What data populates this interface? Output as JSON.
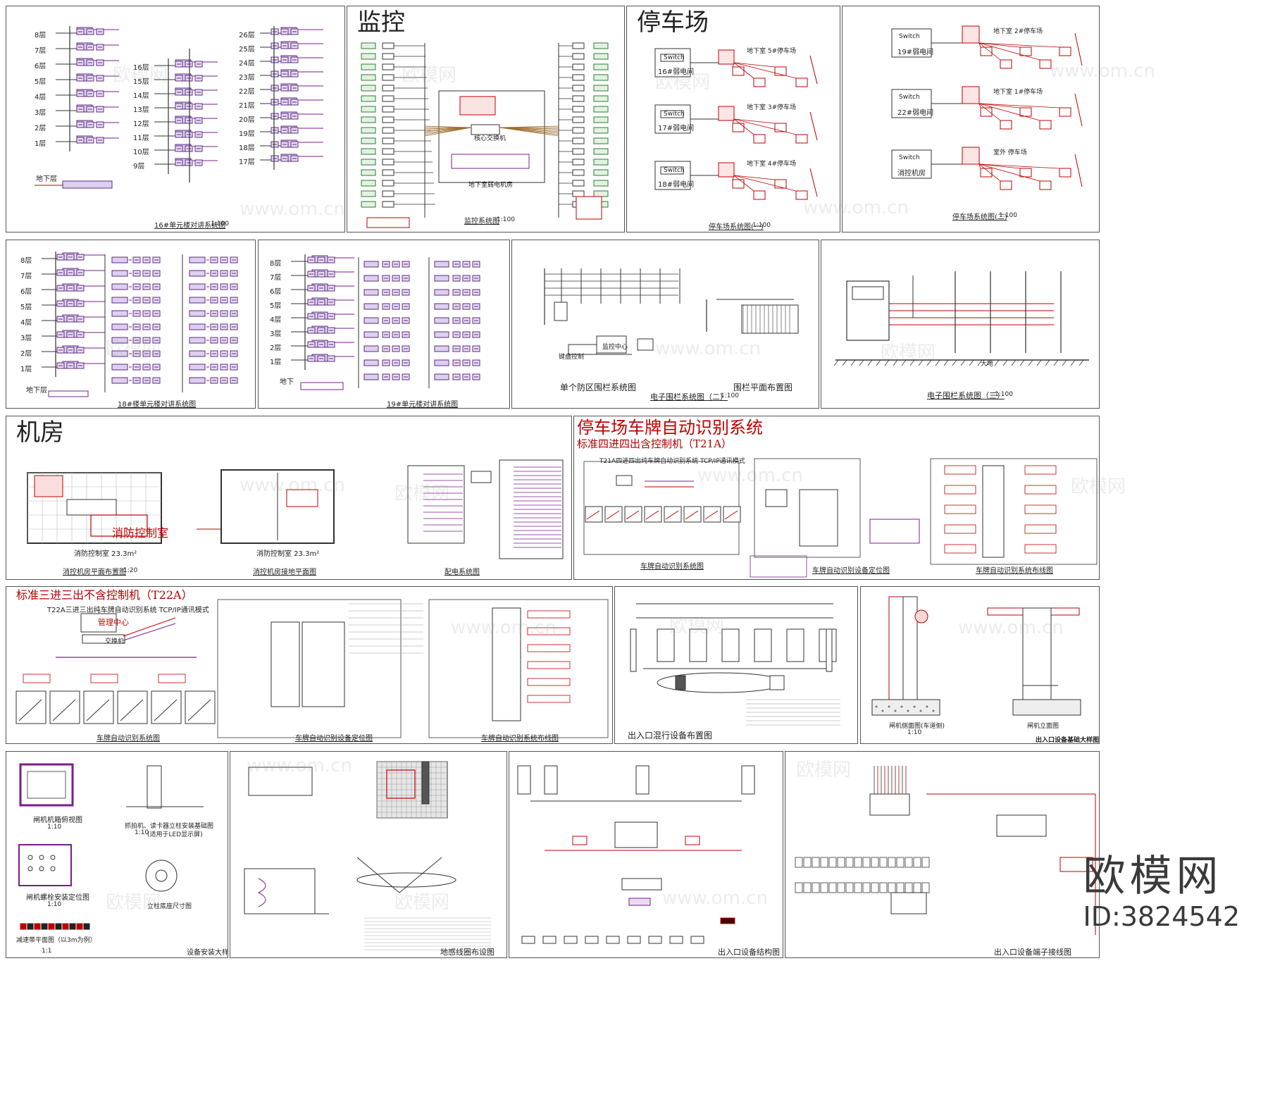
{
  "sheets": {
    "intercom16": {
      "caption": "16#单元楼对讲系统图",
      "scale": "1:100",
      "floors_a": [
        "8层",
        "7层",
        "6层",
        "5层",
        "4层",
        "3层",
        "2层",
        "1层",
        "地下层"
      ],
      "floors_b": [
        "16层",
        "15层",
        "14层",
        "13层",
        "12层",
        "11层",
        "10层",
        "9层"
      ],
      "floors_c": [
        "26层",
        "25层",
        "24层",
        "23层",
        "22层",
        "21层",
        "20层",
        "19层",
        "18层",
        "17层"
      ]
    },
    "monitor": {
      "title": "监控",
      "caption": "监控系统图",
      "scale": "1:100",
      "room": "地下室弱电机房",
      "core": "核心交换机"
    },
    "parking": {
      "title": "停车场",
      "caption": "停车场系统图(一)",
      "scale": "1:100",
      "rooms": [
        "16#弱电间",
        "17#弱电间",
        "18#弱电间"
      ],
      "lots": [
        "地下室 5#停车场",
        "地下室 3#停车场",
        "地下室 4#停车场"
      ],
      "switch": "Switch"
    },
    "parking2": {
      "caption": "停车场系统图(二)",
      "scale": "1:100",
      "rooms": [
        "19#弱电间",
        "22#弱电间",
        "消控机房"
      ],
      "lots": [
        "地下室 2#停车场",
        "地下室 1#停车场",
        "室外 停车场"
      ],
      "switch": "Switch"
    },
    "intercom18": {
      "caption": "18#楼单元楼对讲系统图",
      "floors_a": [
        "8层",
        "7层",
        "6层",
        "5层",
        "4层",
        "3层",
        "2层",
        "1层",
        "地下层"
      ]
    },
    "intercom19": {
      "caption": "19#单元楼对讲系统图",
      "floors_a": [
        "8层",
        "7层",
        "6层",
        "5层",
        "4层",
        "3层",
        "2层",
        "1层",
        "地下"
      ]
    },
    "fence2": {
      "caption": "电子围栏系统图（二）",
      "scale": "1:100",
      "sub1": "单个防区围栏系统图",
      "sub2": "围栏平面布置图",
      "center": "监控中心",
      "keyboard": "键盘控制"
    },
    "fence3": {
      "caption": "电子围栏系统图（三）",
      "scale": "1:100",
      "ground": "大地"
    },
    "machineroom": {
      "title": "机房",
      "caption1": "消控机房平面布置图",
      "caption2": "消控机房接地平面图",
      "caption3": "配电系统图",
      "scale": "1:20",
      "area": "消防控制室 23.3m²",
      "label": "消防控制室"
    },
    "lpr": {
      "title": "停车场车牌自动识别系统",
      "subtitle": "标准四进四出含控制机（T21A）",
      "diagram_title": "T21A四进四出纯车牌自动识别系统 TCP/IP通讯模式",
      "caption1": "车牌自动识别系统图",
      "caption2": "车牌自动识别设备定位图",
      "caption3": "车牌自动识别系统布线图"
    },
    "t22a": {
      "title": "标准三进三出不含控制机（T22A）",
      "diagram_title": "T22A三进三出纯车牌自动识别系统 TCP/IP通讯模式",
      "center": "管理中心",
      "switch": "交换机",
      "caption1": "车牌自动识别系统图",
      "caption2": "车牌自动识别设备定位图",
      "caption3": "车牌自动识别系统布线图"
    },
    "mixed": {
      "caption": "出入口混行设备布置图"
    },
    "gate": {
      "caption": "出入口设备基础大样图",
      "sub1": "闸机侧面图(车道侧)",
      "sub2": "闸机立面图",
      "ratio": "1:10"
    },
    "install": {
      "caption": "设备安装大样图",
      "sub1": "闸机机箱俯视图",
      "sub2": "闸机螺栓安装定位图",
      "sub3": "减速带平面图（以3m为例）",
      "sub4": "抓拍机、读卡器立柱安装基础图",
      "sub4b": "(适用于LED显示屏)",
      "sub5": "立柱底座尺寸图",
      "r1": "1:10",
      "r2": "1:1"
    },
    "loop": {
      "caption": "地感线圈布设图"
    },
    "entrance": {
      "caption": "出入口设备结构图"
    },
    "wiring": {
      "caption": "出入口设备端子接线图"
    }
  },
  "watermark": {
    "text": "欧模网",
    "text2": "www.om.cn"
  },
  "brand": {
    "name": "欧模网",
    "id": "ID:3824542"
  },
  "colors": {
    "magenta": "#7a1d8c",
    "red": "#c00000",
    "green": "#2e7d32",
    "purple_box": "#5b2c83",
    "line": "#333333"
  }
}
